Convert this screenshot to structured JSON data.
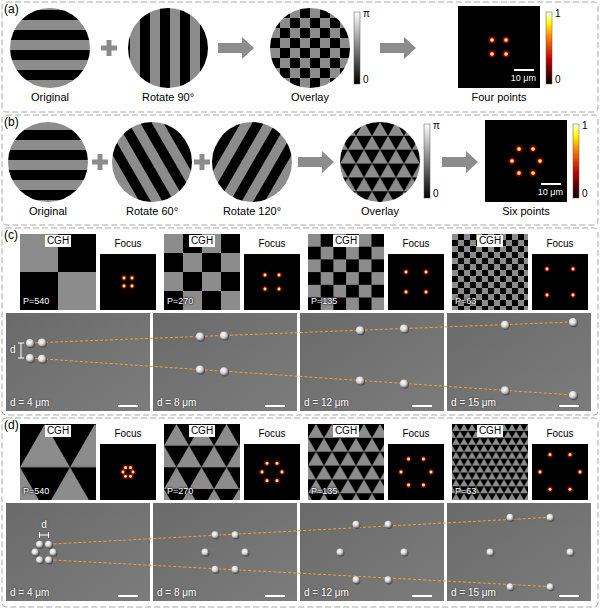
{
  "diagram": {
    "labels": [
      "(a)",
      "Original",
      "Rotate 90°",
      "Overlay",
      "Four points",
      "π",
      "0",
      "1",
      "0",
      "10 μm",
      "(b)",
      "Original",
      "Rotate 60°",
      "Rotate 120°",
      "Overlay",
      "Six points",
      "π",
      "0",
      "1",
      "0",
      "10 μm",
      "(c)",
      "CGH",
      "Focus",
      "P=540",
      "CGH",
      "Focus",
      "P=270",
      "CGH",
      "Focus",
      "P=135",
      "CGH",
      "Focus",
      "P=63",
      "d",
      "d = 4 μm",
      "d = 8 μm",
      "d = 12 μm",
      "d = 15 μm",
      "(d)",
      "CGH",
      "Focus",
      "P=540",
      "CGH",
      "Focus",
      "P=270",
      "CGH",
      "Focus",
      "P=135",
      "CGH",
      "Focus",
      "P=63",
      "d",
      "d = 4 μm",
      "d = 8 μm",
      "d = 12 μm",
      "d = 15 μm"
    ]
  }
}
